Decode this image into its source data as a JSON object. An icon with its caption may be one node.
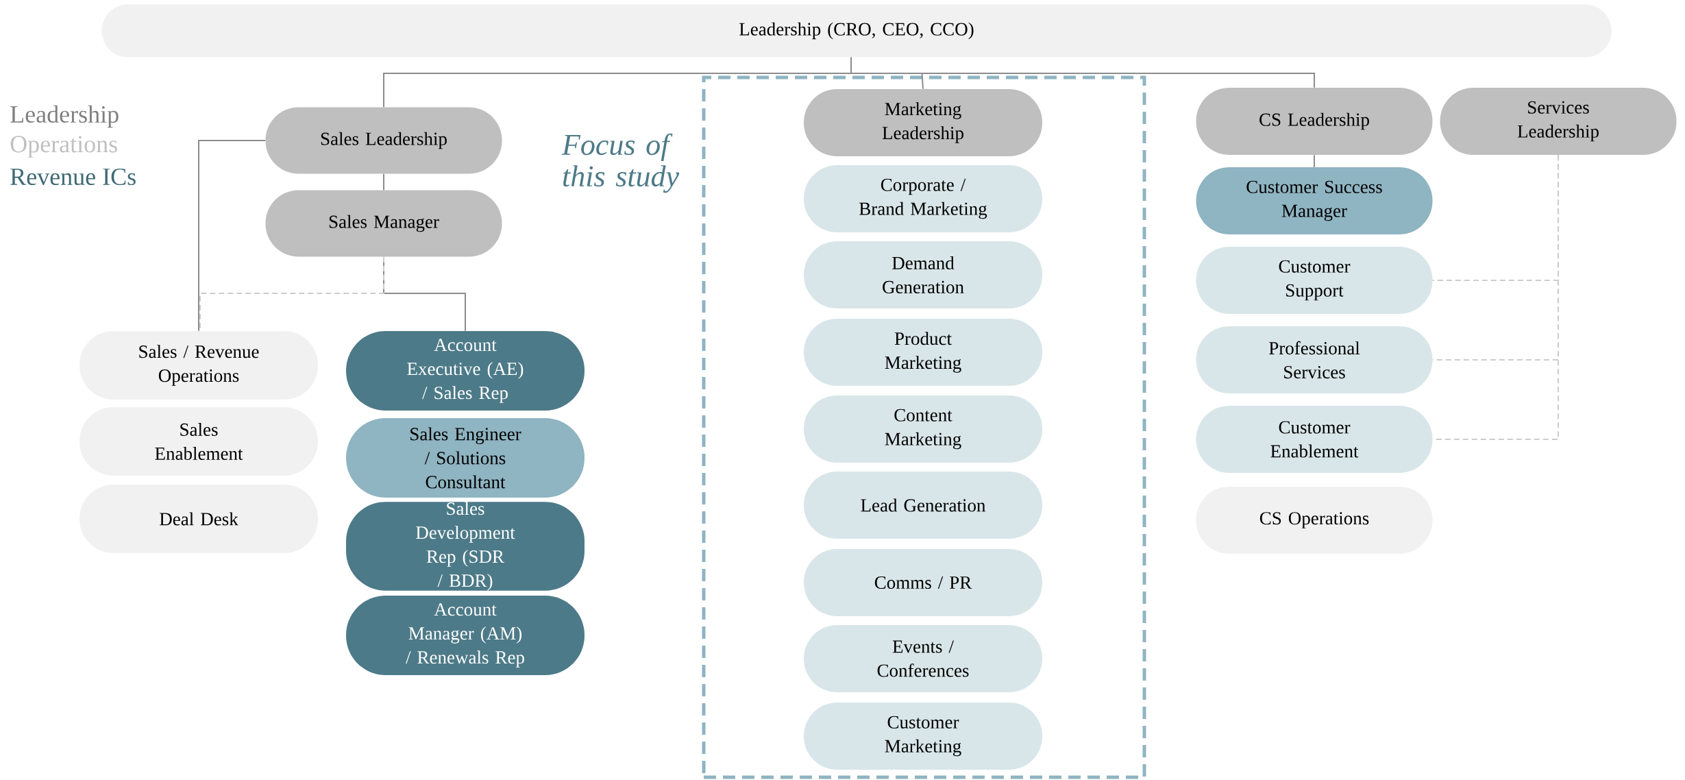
{
  "diagram": {
    "nodes": [
      {
        "text": [
          "Leadership (CRO, CEO, CCO)"
        ]
      },
      {
        "text": [
          "Sales Leadership"
        ]
      },
      {
        "text": [
          "Sales Manager"
        ]
      },
      {
        "text": [
          "Sales / Revenue Operations"
        ]
      },
      {
        "text": [
          "Sales Enablement"
        ]
      },
      {
        "text": [
          "Deal Desk"
        ]
      },
      {
        "text": [
          "Account Executive (AE) / Sales Rep"
        ]
      },
      {
        "text": [
          "Sales Engineer / Solutions Consultant"
        ]
      },
      {
        "text": [
          "Sales Development Rep (SDR / BDR)"
        ]
      },
      {
        "text": [
          "Account Manager (AM) / Renewals Rep"
        ]
      },
      {
        "text": [
          "Focus of this study"
        ]
      },
      {
        "text": [
          "Marketing Leadership"
        ],
        "in": 10
      },
      {
        "text": [
          "Corporate / Brand Marketing"
        ],
        "in": 10
      },
      {
        "text": [
          "Demand Generation"
        ],
        "in": 10
      },
      {
        "text": [
          "Product Marketing"
        ],
        "in": 10
      },
      {
        "text": [
          "Content Marketing"
        ],
        "in": 10
      },
      {
        "text": [
          "Lead Generation"
        ],
        "in": 10
      },
      {
        "text": [
          "Comms / PR"
        ],
        "in": 10
      },
      {
        "text": [
          "Events / Conferences"
        ],
        "in": 10
      },
      {
        "text": [
          "Customer Marketing"
        ],
        "in": 10
      },
      {
        "text": [
          "CS Leadership"
        ]
      },
      {
        "text": [
          "Customer Success Manager"
        ]
      },
      {
        "text": [
          "Customer Support"
        ]
      },
      {
        "text": [
          "Professional Services"
        ]
      },
      {
        "text": [
          "Customer Enablement"
        ]
      },
      {
        "text": [
          "CS Operations"
        ]
      },
      {
        "text": [
          "Services Leadership"
        ]
      }
    ],
    "edges": [
      {
        "from": 0,
        "to": 1,
        "arrow": "none"
      },
      {
        "from": 0,
        "to": 11,
        "arrow": "none"
      },
      {
        "from": 0,
        "to": 20,
        "arrow": "none"
      },
      {
        "from": 1,
        "to": 2,
        "arrow": "none"
      },
      {
        "from": 1,
        "to": 3,
        "arrow": "none"
      },
      {
        "from": 2,
        "to": 6,
        "arrow": "none"
      },
      {
        "from": 2,
        "to": 3,
        "arrow": "none",
        "style": "dashed",
        "color": "#cccccc"
      },
      {
        "from": 20,
        "to": 21,
        "arrow": "none"
      },
      {
        "from": 26,
        "to": 22,
        "arrow": "none",
        "style": "dashed",
        "color": "#cccccc"
      },
      {
        "from": 26,
        "to": 23,
        "arrow": "none",
        "style": "dashed",
        "color": "#cccccc"
      },
      {
        "from": 26,
        "to": 24,
        "arrow": "none",
        "style": "dashed",
        "color": "#cccccc"
      }
    ],
    "legend": [
      {
        "text": "Leadership",
        "color": "#808080"
      },
      {
        "text": "Operations",
        "color": "#c0c0c0"
      },
      {
        "text": "Revenue ICs",
        "color": "#3f6a75"
      }
    ]
  }
}
